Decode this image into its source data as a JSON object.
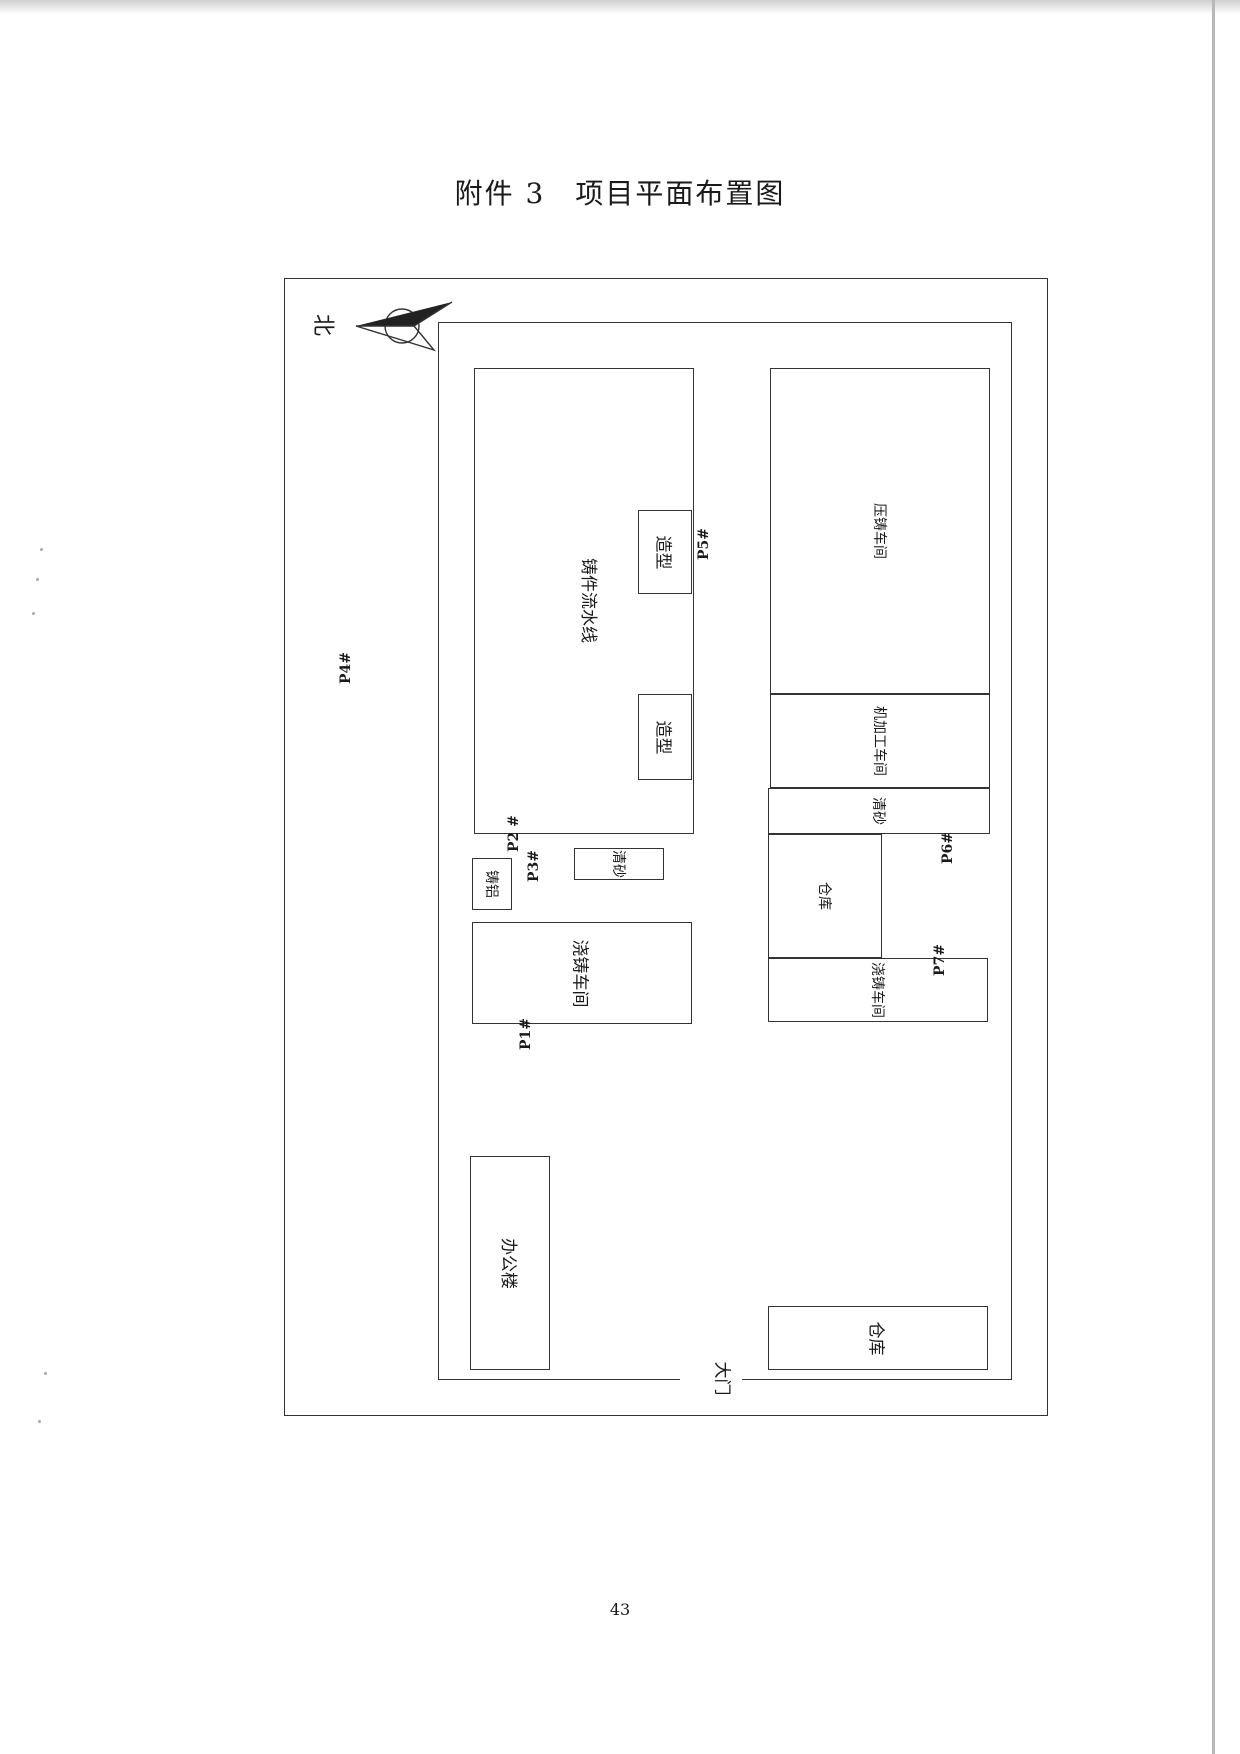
{
  "title": "附件 3　项目平面布置图",
  "north_label": "北",
  "gate_label": "大门",
  "page_number": "43",
  "buildings": {
    "casting_line": "铸件流水线",
    "molding_1": "造型",
    "molding_2": "造型",
    "press_workshop": "压铸车间",
    "machining_workshop": "机加工车间",
    "sand_cleaning_right": "清砂",
    "warehouse_right": "仓库",
    "pouring_workshop_right": "浇铸车间",
    "aluminum_casting": "铸铝",
    "sand_cleaning_left": "清砂",
    "pouring_workshop_left": "浇铸车间",
    "office_building": "办公楼",
    "warehouse_bottom": "仓库"
  },
  "markers": {
    "p1": "P1#",
    "p2": "P2 #",
    "p3": "P3#",
    "p4": "P4#",
    "p5": "P5#",
    "p6": "P6#",
    "p7": "P7#"
  }
}
